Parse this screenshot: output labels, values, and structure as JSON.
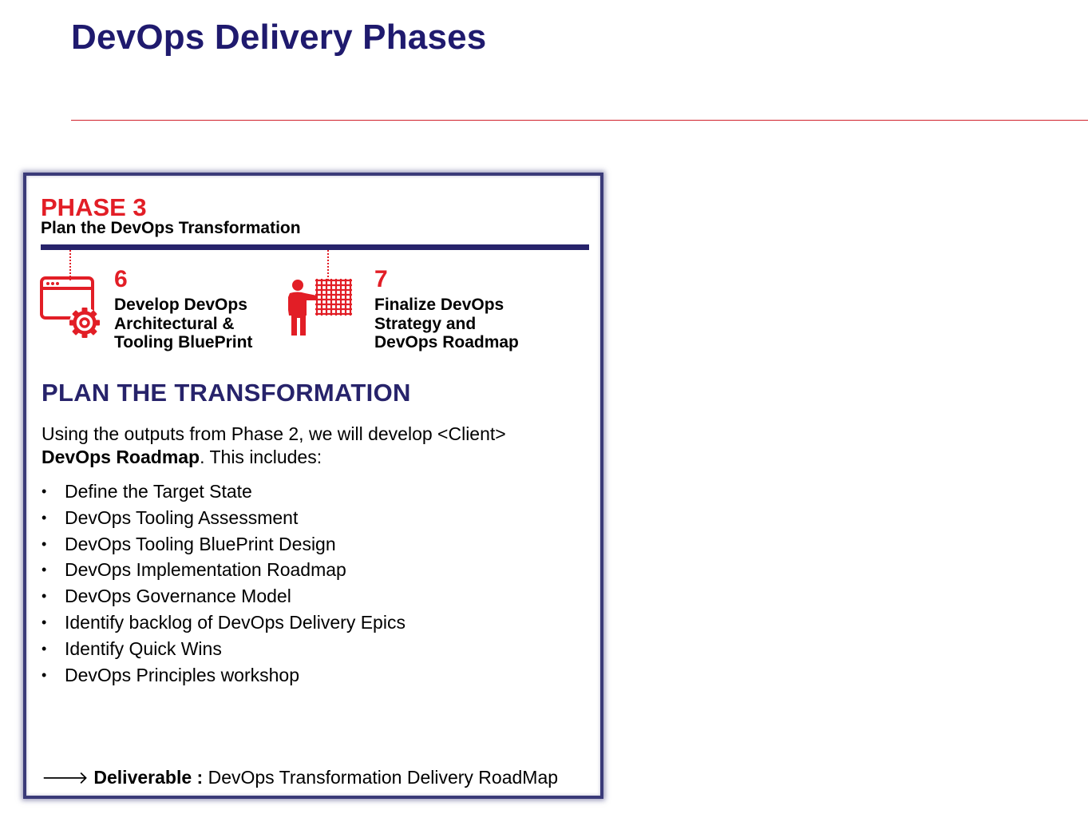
{
  "header": {
    "title": "DevOps Delivery Phases"
  },
  "phase": {
    "label": "PHASE 3",
    "subtitle": "Plan the DevOps Transformation",
    "steps": [
      {
        "number": "6",
        "title": "Develop DevOps Architectural & Tooling BluePrint",
        "icon": "browser-gear-icon"
      },
      {
        "number": "7",
        "title": "Finalize DevOps Strategy and DevOps Roadmap",
        "icon": "presenter-board-icon"
      }
    ],
    "section_heading": "PLAN THE TRANSFORMATION",
    "intro_text": "Using the outputs from Phase 2, we will develop <Client>",
    "intro_bold": "DevOps Roadmap",
    "intro_suffix": ". This includes:",
    "activities": [
      "Define the Target State",
      "DevOps Tooling Assessment",
      "DevOps Tooling BluePrint Design",
      "DevOps Implementation Roadmap",
      "DevOps Governance Model",
      "Identify backlog of DevOps Delivery Epics",
      "Identify Quick Wins",
      "DevOps Principles workshop"
    ],
    "bullet_symbol": "•",
    "deliverable": {
      "arrow": "🡒",
      "label": "Deliverable :",
      "value": "DevOps Transformation Delivery RoadMap"
    }
  },
  "colors": {
    "title": "#1f1a6e",
    "accent_red": "#e21e26",
    "navy": "#27236b"
  }
}
